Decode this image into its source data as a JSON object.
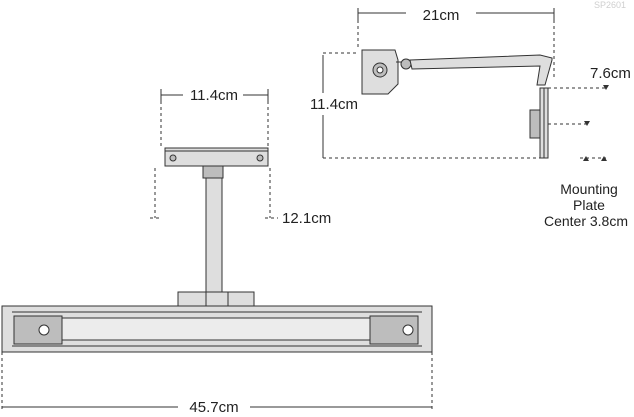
{
  "product_code": "SP2601",
  "dimensions": {
    "side_width": "21cm",
    "side_height": "11.4cm",
    "side_offset": "7.6cm",
    "mounting_plate": [
      "Mounting",
      "Plate",
      "Center 3.8cm"
    ],
    "plate_width": "11.4cm",
    "plate_height": "12.1cm",
    "overall_width": "45.7cm"
  }
}
